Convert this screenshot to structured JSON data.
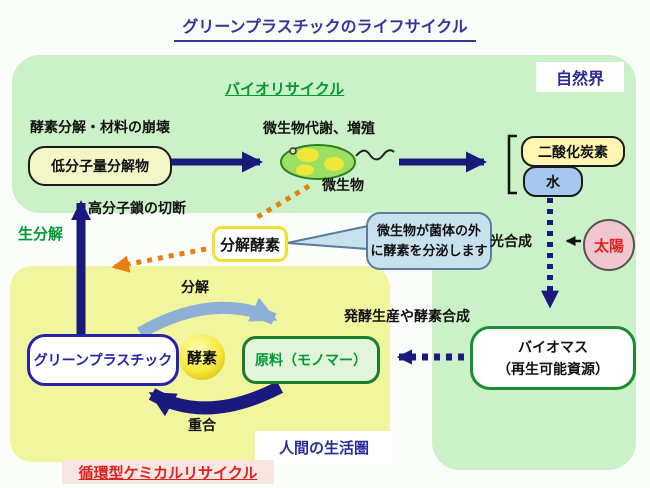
{
  "title": "グリーンプラスチックのライフサイクル",
  "regions": {
    "nature": "自然界",
    "bio_recycle": "バイオリサイクル",
    "human_sphere": "人間の生活圏",
    "chemical_recycle": "循環型ケミカルリサイクル"
  },
  "upper_flow": {
    "step_label": "酵素分解・材料の崩壊",
    "low_molecular_product": "低分子量分解物",
    "microbe_metabolism": "微生物代謝、増殖",
    "microbe": "微生物",
    "carbon_dioxide": "二酸化炭素",
    "water": "水"
  },
  "middle": {
    "polymer_chain_scission": "高分子鎖の切断",
    "biodegradation": "生分解",
    "degrading_enzyme": "分解酵素",
    "bubble_line1": "微生物が菌体の外",
    "bubble_line2": "に酵素を分泌します",
    "photosynthesis": "光合成",
    "sun": "太陽"
  },
  "cycle": {
    "decomposition": "分解",
    "green_plastic": "グリーンプラスチック",
    "enzyme": "酵素",
    "raw_material": "原料（モノマー）",
    "polymerization": "重合"
  },
  "right_flow": {
    "fermentation": "発酵生産や酵素合成",
    "biomass_line1": "バイオマス",
    "biomass_line2": "（再生可能資源）"
  },
  "colors": {
    "navy_arrow": "#1a1a7e",
    "title_navy": "#333399",
    "nature_green_bg": "#cbf1c8",
    "human_yellow_bg": "#f1f59e",
    "green_text": "#009933",
    "orange_dotted": "#e88010",
    "light_blue_arrow": "#8fb0d6",
    "red_text": "#dd2222"
  }
}
